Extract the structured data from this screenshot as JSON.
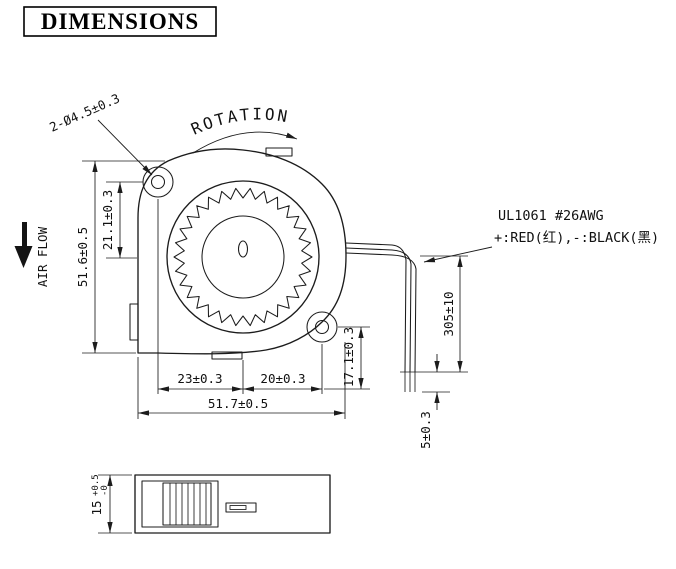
{
  "title": "DIMENSIONS",
  "labels": {
    "rotation": "ROTATION",
    "airflow": "AIR FLOW",
    "holes": "2-Ø4.5±0.3",
    "wire1": "UL1061  #26AWG",
    "wire2": "+:RED(红),-:BLACK(黑)"
  },
  "dims": {
    "d21": "21.1±0.3",
    "d516": "51.6±0.5",
    "d23": "23±0.3",
    "d20": "20±0.3",
    "d171": "17.1±0.3",
    "d517": "51.7±0.5",
    "d305": "305±10",
    "d5": "5±0.3",
    "d15": "15",
    "d15p": "+0.5",
    "d15m": "-0"
  }
}
